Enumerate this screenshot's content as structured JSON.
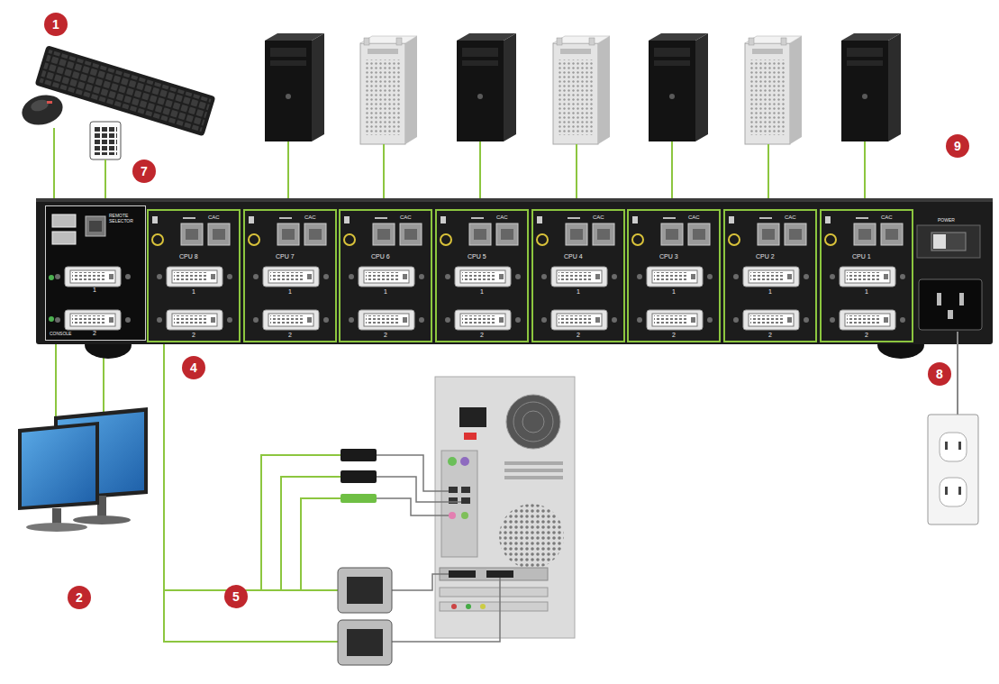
{
  "diagram": {
    "nodes": [
      {
        "text": [
          "REMOTE SELECTOR",
          "1",
          "2",
          "CONSOLE"
        ]
      },
      {
        "text": [
          "CAC",
          "CPU 8",
          "1",
          "2"
        ]
      },
      {
        "text": [
          "CAC",
          "CPU 7",
          "1",
          "2"
        ]
      },
      {
        "text": [
          "CAC",
          "CPU 6",
          "1",
          "2"
        ]
      },
      {
        "text": [
          "CAC",
          "CPU 5",
          "1",
          "2"
        ]
      },
      {
        "text": [
          "CAC",
          "CPU 4",
          "1",
          "2"
        ]
      },
      {
        "text": [
          "CAC",
          "CPU 3",
          "1",
          "2"
        ]
      },
      {
        "text": [
          "CAC",
          "CPU 2",
          "1",
          "2"
        ]
      },
      {
        "text": [
          "CAC",
          "CPU 1",
          "1",
          "2"
        ]
      }
    ],
    "labels": [
      "1",
      "9",
      "7",
      "POWER",
      "4",
      "8",
      "2",
      "5"
    ]
  }
}
